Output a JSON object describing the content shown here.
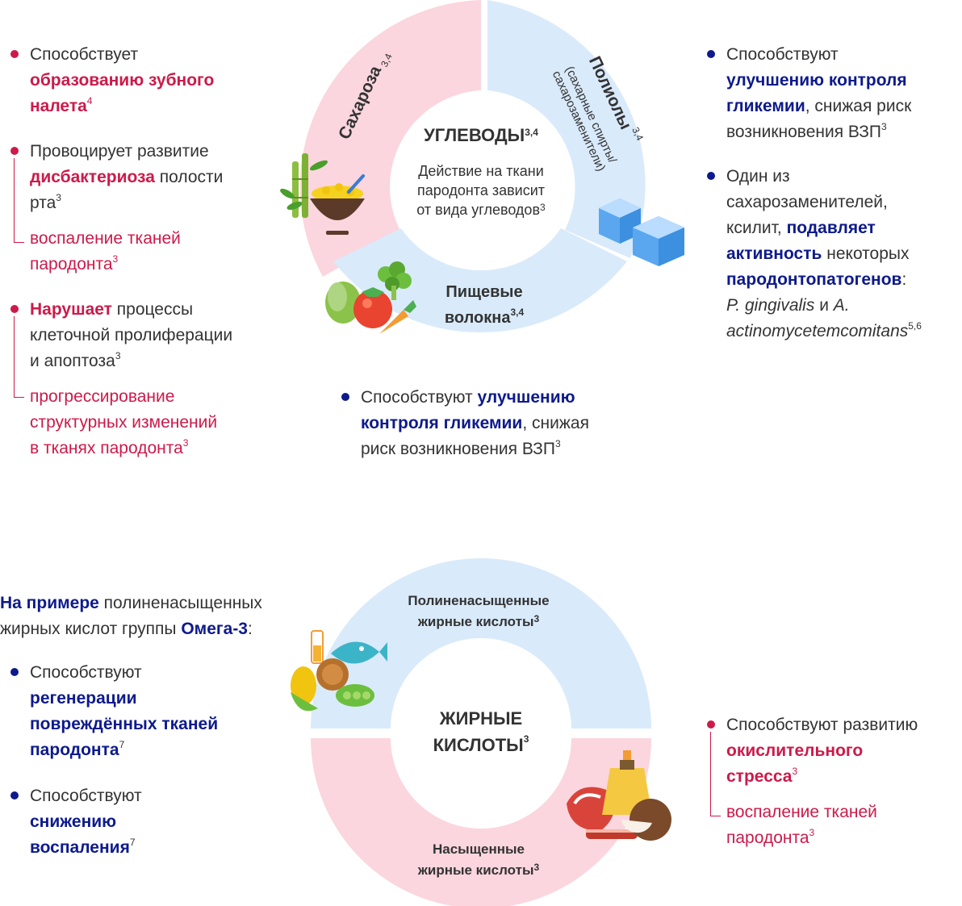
{
  "carbs": {
    "center_title": "УГЛЕВОДЫ",
    "center_title_sup": "3,4",
    "center_text": [
      "Действие на ткани",
      "пародонта зависит",
      "от вида углеводов"
    ],
    "center_text_sup": "3",
    "seg_sucrose": "Сахароза",
    "seg_sucrose_sup": "3,4",
    "seg_polyols": "Полиолы",
    "seg_polyols_sup": "3,4",
    "seg_polyols_sub1": "(сахарные спирты/",
    "seg_polyols_sub2": "сахарозаменители)",
    "seg_fiber1": "Пищевые",
    "seg_fiber2": "волокна",
    "seg_fiber_sup": "3,4",
    "left_items": [
      {
        "pre": "Способствует ",
        "hl": "образованию зубного",
        "hl2": "налета",
        "sup": "4"
      },
      {
        "pre": "Провоцирует развитие",
        "hl": "дисбактериоза",
        "post": " полости",
        "post2": "рта",
        "sup": "3",
        "result": [
          "воспаление тканей",
          "пародонта"
        ],
        "result_sup": "3"
      },
      {
        "hl": "Нарушает",
        "post": " процессы",
        "post2": "клеточной пролиферации",
        "post3": "и апоптоза",
        "sup": "3",
        "result": [
          "прогрессирование",
          "структурных изменений",
          "в тканях пародонта"
        ],
        "result_sup": "3"
      }
    ],
    "right_items": [
      {
        "pre": "Способствуют",
        "hl": "улучшению контроля",
        "hl2": "гликемии",
        "post": ", снижая риск",
        "post2": "возникновения ВЗП",
        "sup": "3"
      },
      {
        "pre": "Один из",
        "pre2": "сахарозаменителей,",
        "pre3": "ксилит, ",
        "hl": "подавляет",
        "hl2": "активность",
        "post": " некоторых",
        "hl3": "пародонтопатогенов",
        "post3": ":",
        "it1": "P. gingivalis",
        "mid": " и ",
        "it2": "A.",
        "it3": "actinomycetemcomitans",
        "sup": "5,6"
      }
    ],
    "bottom_item": {
      "pre": "Способствуют ",
      "hl": "улучшению",
      "hl2": "контроля гликемии",
      "post": ", снижая",
      "post2": "риск возникновения ВЗП",
      "sup": "3"
    }
  },
  "fats": {
    "center_title1": "ЖИРНЫЕ",
    "center_title2": "КИСЛОТЫ",
    "center_sup": "3",
    "seg_top1": "Полиненасыщенные",
    "seg_top2": "жирные кислоты",
    "seg_top_sup": "3",
    "seg_bottom1": "Насыщенные",
    "seg_bottom2": "жирные кислоты",
    "seg_bottom_sup": "3",
    "intro": {
      "hl": "На примере",
      "post": " полиненасыщенных",
      "post2": "жирных кислот группы ",
      "hl2": "Омега-3",
      "post3": ":"
    },
    "left_items": [
      {
        "pre": "Способствуют",
        "hl": "регенерации",
        "hl2": "повреждённых тканей",
        "hl3": "пародонта",
        "sup": "7"
      },
      {
        "pre": "Способствуют",
        "hl": "снижению",
        "hl2": "воспаления",
        "sup": "7"
      }
    ],
    "right_item": {
      "pre": "Способствуют развитию",
      "hl": "окислительного",
      "hl2": "стресса",
      "sup": "3",
      "result": [
        "воспаление тканей",
        "пародонта"
      ],
      "result_sup": "3"
    }
  },
  "colors": {
    "pink": "#fbd6de",
    "blue": "#d9eafb",
    "red": "#cc1a4a",
    "navy": "#0d1a8c"
  },
  "icons": [
    "bamboo-rice-bowl-icon",
    "sugar-cubes-icon",
    "vegetables-icon",
    "omega3-foods-icon",
    "saturated-fats-icon"
  ]
}
